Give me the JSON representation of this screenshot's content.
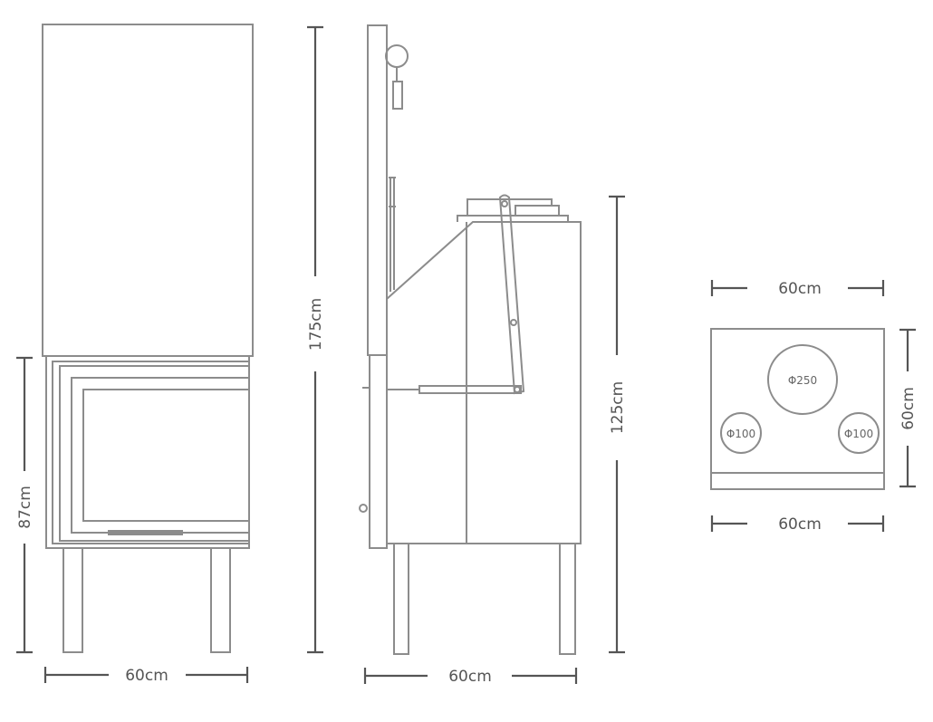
{
  "dimensions": {
    "front_height_body": "87cm",
    "front_width": "60cm",
    "total_height": "175cm",
    "side_depth": "60cm",
    "side_height": "125cm",
    "top_width": "60cm",
    "top_depth": "60cm",
    "top_width_bottom": "60cm"
  },
  "outlets": {
    "main": "Φ250",
    "left": "Φ100",
    "right": "Φ100"
  },
  "colors": {
    "line": "#8c8c8c",
    "dimension": "#555555"
  }
}
